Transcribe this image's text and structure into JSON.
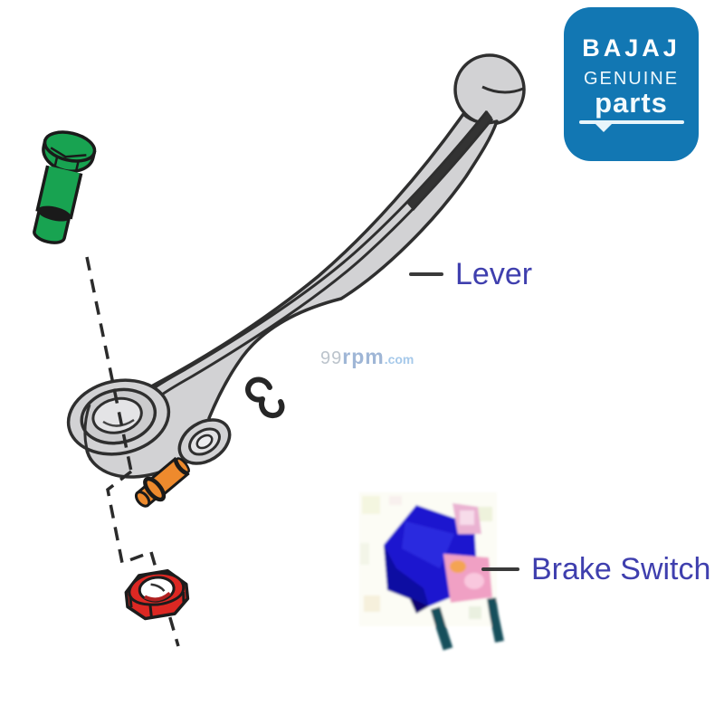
{
  "page": {
    "background": "#ffffff"
  },
  "logo": {
    "brand": "BAJAJ",
    "genuine": "GENUINE",
    "parts": "parts",
    "bg_color": "#1277b3",
    "text_color": "#ffffff"
  },
  "callouts": [
    {
      "label": "Lever",
      "color": "#3f3fae"
    },
    {
      "label": "Brake Switch",
      "color": "#3f3fae"
    }
  ],
  "watermark": {
    "prefix": "99",
    "mid": "rpm",
    "suffix": ".com"
  },
  "parts": {
    "lever_color": "#d2d2d4",
    "bolt_color": "#18a351",
    "pin_color": "#ee8a2d",
    "nut_color": "#dc2823",
    "circlip_color": "#262626",
    "switch_body_color": "#1f17cf",
    "switch_connector_color": "#f0a0c4",
    "outline_color": "#2f2f2f"
  }
}
